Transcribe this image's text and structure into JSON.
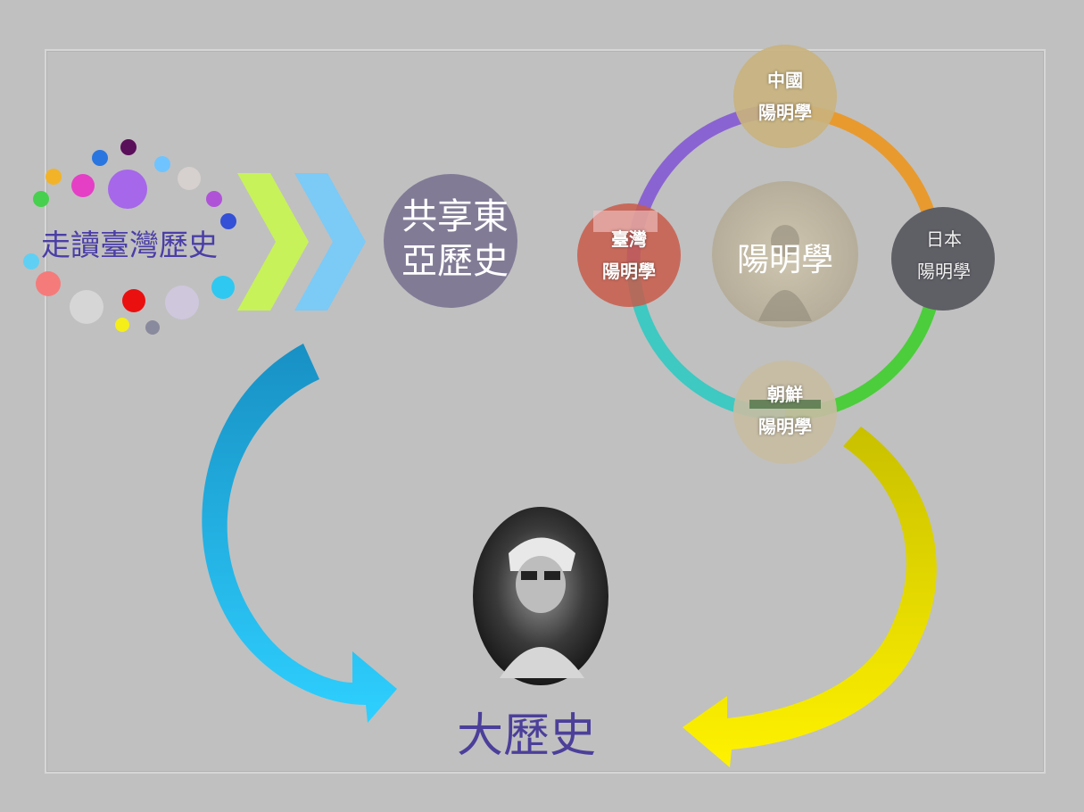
{
  "labels": {
    "taiwan_history": "走讀臺灣歷史",
    "shared_history": "共享東\n亞歷史",
    "yangming_center": "陽明學",
    "china_node": "中國\n陽明學",
    "japan_node": "日本\n陽明學",
    "taiwan_node": "臺灣\n陽明學",
    "korea_node": "朝鮮\n陽明學",
    "big_history": "大歷史"
  },
  "colors": {
    "ring_purple": "#8a63d2",
    "ring_orange": "#e89a2e",
    "ring_green": "#4ccd3c",
    "ring_teal": "#3ec9c2",
    "chevron_green": "#c8f25a",
    "chevron_blue": "#7ccaf6",
    "arrow_left": "#1fb6e8",
    "arrow_right": "#e8e200",
    "shared_circle": "#827b96",
    "japan_circle": "#5f5f66"
  }
}
